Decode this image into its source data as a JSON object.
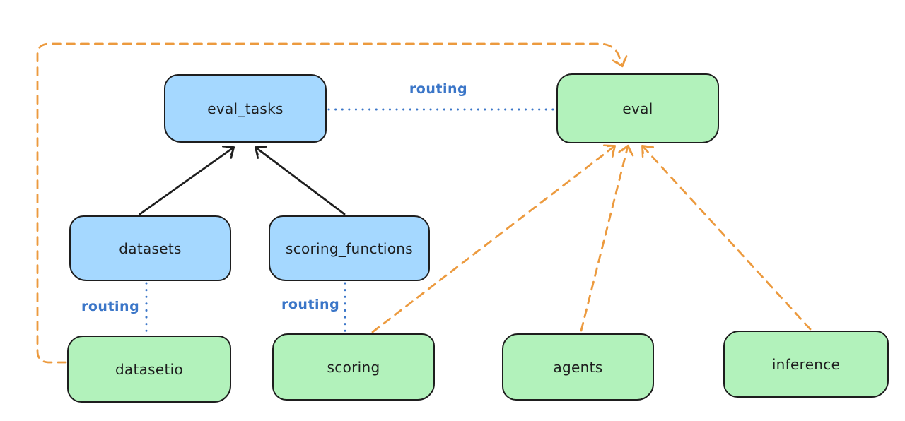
{
  "diagram": {
    "nodes": {
      "eval_tasks": {
        "label": "eval_tasks",
        "fill": "#a5d8ff",
        "kind": "registry"
      },
      "eval": {
        "label": "eval",
        "fill": "#b2f2bb",
        "kind": "api"
      },
      "datasets": {
        "label": "datasets",
        "fill": "#a5d8ff",
        "kind": "registry"
      },
      "scoring_functions": {
        "label": "scoring_functions",
        "fill": "#a5d8ff",
        "kind": "registry"
      },
      "datasetio": {
        "label": "datasetio",
        "fill": "#b2f2bb",
        "kind": "api"
      },
      "scoring": {
        "label": "scoring",
        "fill": "#b2f2bb",
        "kind": "api"
      },
      "agents": {
        "label": "agents",
        "fill": "#b2f2bb",
        "kind": "api"
      },
      "inference": {
        "label": "inference",
        "fill": "#b2f2bb",
        "kind": "api"
      }
    },
    "edges": [
      {
        "from": "datasets",
        "to": "eval_tasks",
        "style": "solid",
        "color": "#1e1e1e",
        "arrow": true,
        "label": ""
      },
      {
        "from": "scoring_functions",
        "to": "eval_tasks",
        "style": "solid",
        "color": "#1e1e1e",
        "arrow": true,
        "label": ""
      },
      {
        "from": "eval_tasks",
        "to": "eval",
        "style": "dotted",
        "color": "#3b76c8",
        "arrow": false,
        "label": "routing"
      },
      {
        "from": "datasets",
        "to": "datasetio",
        "style": "dotted",
        "color": "#3b76c8",
        "arrow": false,
        "label": "routing"
      },
      {
        "from": "scoring_functions",
        "to": "scoring",
        "style": "dotted",
        "color": "#3b76c8",
        "arrow": false,
        "label": "routing"
      },
      {
        "from": "datasetio",
        "to": "eval",
        "style": "dashed",
        "color": "#ec9a3e",
        "arrow": true,
        "label": ""
      },
      {
        "from": "scoring",
        "to": "eval",
        "style": "dashed",
        "color": "#ec9a3e",
        "arrow": true,
        "label": ""
      },
      {
        "from": "agents",
        "to": "eval",
        "style": "dashed",
        "color": "#ec9a3e",
        "arrow": true,
        "label": ""
      },
      {
        "from": "inference",
        "to": "eval",
        "style": "dashed",
        "color": "#ec9a3e",
        "arrow": true,
        "label": ""
      }
    ],
    "colors": {
      "background": "#ffffff",
      "node_stroke": "#1e1e1e",
      "registry_fill": "#a5d8ff",
      "api_fill": "#b2f2bb",
      "routing_blue": "#3b76c8",
      "dependency_orange": "#ec9a3e",
      "text": "#1e1e1e"
    }
  }
}
